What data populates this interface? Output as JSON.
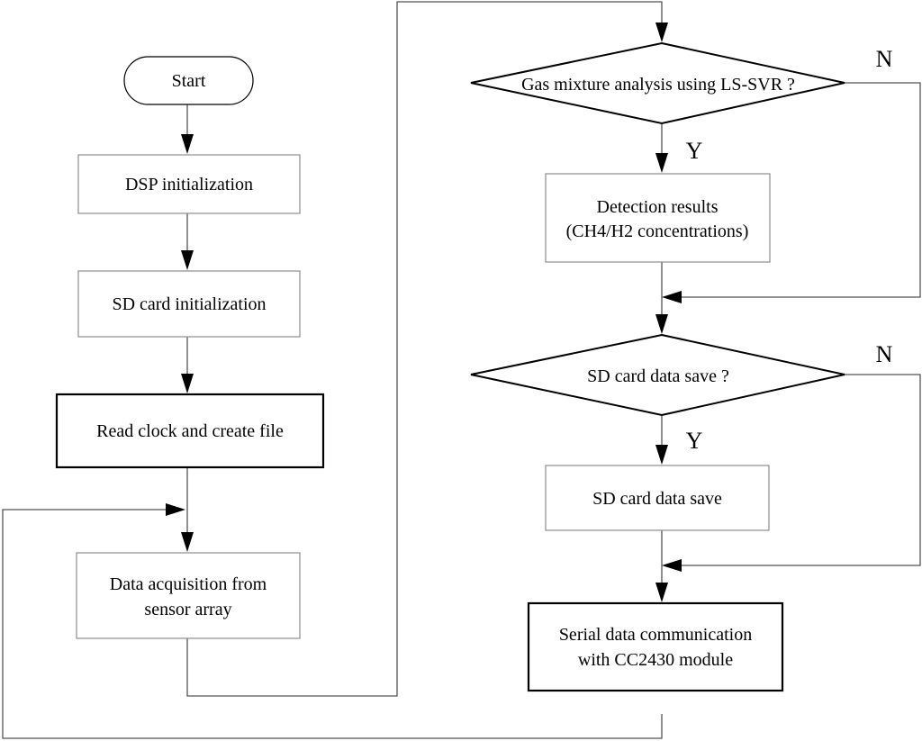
{
  "nodes": {
    "start": "Start",
    "dsp_init": "DSP initialization",
    "sd_init": "SD card initialization",
    "read_clock": "Read clock and create file",
    "acquisition": [
      "Data acquisition from",
      "sensor array"
    ],
    "gas_decision": "Gas mixture analysis using LS-SVR ?",
    "detection": [
      "Detection results",
      "(CH4/H2 concentrations)"
    ],
    "sd_decision": "SD card data save ?",
    "sd_save": "SD card data save",
    "serial": [
      "Serial data communication",
      "with CC2430 module"
    ]
  },
  "branch_labels": {
    "gas_yes": "Y",
    "gas_no": "N",
    "sd_yes": "Y",
    "sd_no": "N"
  }
}
